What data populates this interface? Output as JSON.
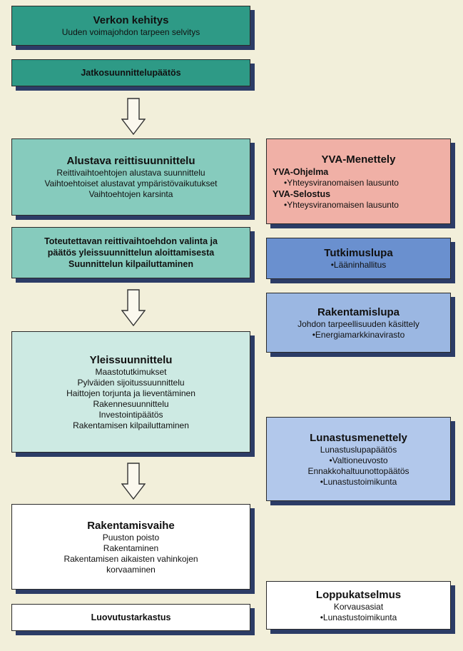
{
  "left": {
    "verkon": {
      "title": "Verkon kehitys",
      "lines": [
        "Uuden voimajohdon tarpeen selvitys"
      ]
    },
    "jatko": {
      "title": "Jatkosuunnittelupäätös"
    },
    "alustava": {
      "title": "Alustava reittisuunnittelu",
      "lines": [
        "Reittivaihtoehtojen alustava suunnittelu",
        "Vaihtoehtoiset alustavat ympäristövaikutukset",
        "Vaihtoehtojen karsinta"
      ]
    },
    "toteutettava": {
      "lines": [
        "Toteutettavan reittivaihtoehdon valinta ja",
        "päätös yleissuunnittelun aloittamisesta",
        "Suunnittelun kilpailuttaminen"
      ]
    },
    "yleis": {
      "title": "Yleissuunnittelu",
      "lines": [
        "Maastotutkimukset",
        "Pylväiden sijoitussuunnittelu",
        "Haittojen torjunta ja lieventäminen",
        "Rakennesuunnittelu",
        "Investointipäätös",
        "Rakentamisen kilpailuttaminen"
      ]
    },
    "rakentamisvaihe": {
      "title": "Rakentamisvaihe",
      "lines": [
        "Puuston poisto",
        "Rakentaminen",
        "Rakentamisen aikaisten vahinkojen",
        "korvaaminen"
      ]
    },
    "luovutus": {
      "title": "Luovutustarkastus"
    }
  },
  "right": {
    "yva": {
      "title": "YVA-Menettely",
      "ohjelma": "YVA-Ohjelma",
      "ohjelma_item": "•Yhteysviranomaisen lausunto",
      "selostus": "YVA-Selostus",
      "selostus_item": "•Yhteysviranomaisen lausunto"
    },
    "tutkimus": {
      "title": "Tutkimuslupa",
      "lines": [
        "•Lääninhallitus"
      ]
    },
    "rakentamislupa": {
      "title": "Rakentamislupa",
      "lines": [
        "Johdon tarpeellisuuden käsittely",
        "•Energiamarkkinavirasto"
      ]
    },
    "lunastus": {
      "title": "Lunastusmenettely",
      "lines": [
        "Lunastuslupapäätös",
        "•Valtioneuvosto",
        "Ennakkohaltuunottopäätös",
        "•Lunastustoimikunta"
      ]
    },
    "loppu": {
      "title": "Loppukatselmus",
      "lines": [
        "Korvausasiat",
        "•Lunastustoimikunta"
      ]
    }
  }
}
